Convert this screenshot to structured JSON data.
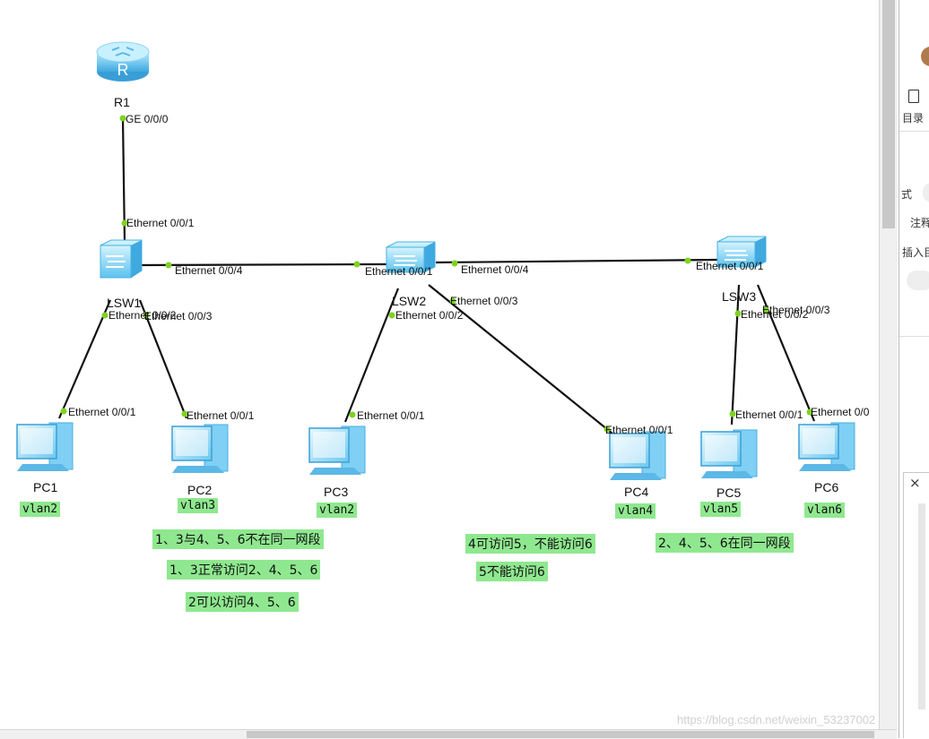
{
  "devices": {
    "r1": "R1",
    "lsw1": "LSW1",
    "lsw2": "LSW2",
    "lsw3": "LSW3",
    "pc1": "PC1",
    "pc2": "PC2",
    "pc3": "PC3",
    "pc4": "PC4",
    "pc5": "PC5",
    "pc6": "PC6"
  },
  "ports": {
    "r1_ge": "GE 0/0/0",
    "lsw1_up": "Ethernet 0/0/1",
    "lsw1_e4": "Ethernet 0/0/4",
    "lsw1_e2": "Ethernet 0/0/2",
    "lsw1_e3": "Ethernet 0/0/3",
    "lsw2_e1": "Ethernet 0/0/1",
    "lsw2_e4": "Ethernet 0/0/4",
    "lsw2_e3": "Ethernet 0/0/3",
    "lsw2_e2": "Ethernet 0/0/2",
    "lsw3_e1": "Ethernet 0/0/1",
    "lsw3_e2": "Ethernet 0/0/2",
    "lsw3_e3": "Ethernet 0/0/3",
    "pc1_e": "Ethernet 0/0/1",
    "pc2_e": "Ethernet 0/0/1",
    "pc3_e": "Ethernet 0/0/1",
    "pc4_e": "Ethernet 0/0/1",
    "pc5_e": "Ethernet 0/0/1",
    "pc6_e": "Ethernet 0/0"
  },
  "vlans": {
    "pc1": "vlan2",
    "pc2": "vlan3",
    "pc3": "vlan2",
    "pc4": "vlan4",
    "pc5": "vlan5",
    "pc6": "vlan6"
  },
  "notes": {
    "n1": "1、3与4、5、6不在同一网段",
    "n2": "1、3正常访问2、4、5、6",
    "n3": "2可以访问4、5、6",
    "n4": "4可访问5，不能访问6",
    "n5": "5不能访问6",
    "n6": "2、4、5、6在同一网段"
  },
  "sidebar": {
    "toc_label": "目录",
    "frag1": "式",
    "frag2": "注释",
    "frag3": "插入目",
    "close": "×"
  },
  "watermark": "https://blog.csdn.net/weixin_53237002",
  "colors": {
    "highlight": "#8fe88f",
    "port_dot": "#7ed321",
    "link": "#111111",
    "device_blue": "#5fc3f0"
  }
}
